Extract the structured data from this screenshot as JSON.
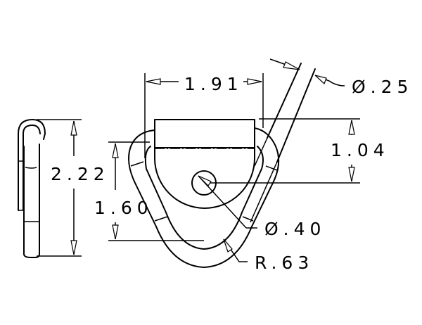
{
  "drawing": {
    "subject": "D-ring tie-down",
    "views": [
      "side-view",
      "front-view"
    ],
    "line_color": "#000000",
    "background": "#ffffff"
  },
  "dimensions": {
    "width": "1.91",
    "ring_diameter": "Ø.25",
    "clip_height": "1.04",
    "overall_height": "2.22",
    "ring_height": "1.60",
    "hole_diameter": "Ø.40",
    "bend_radius": "R.63"
  }
}
